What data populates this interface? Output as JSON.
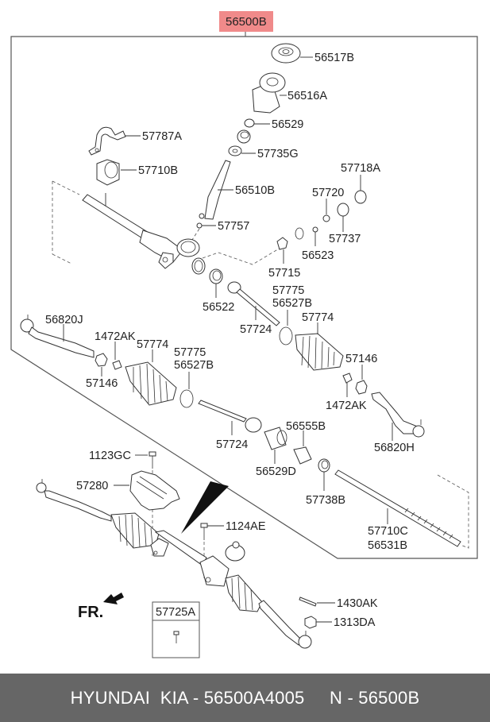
{
  "diagram": {
    "title_part": "56500B",
    "title_color": "#f08a8a",
    "front_label": "FR.",
    "labels": {
      "p56517B": "56517B",
      "p56516A": "56516A",
      "p56529": "56529",
      "p57735G": "57735G",
      "p57787A": "57787A",
      "p57710B": "57710B",
      "p56510B": "56510B",
      "p57718A": "57718A",
      "p57720": "57720",
      "p57757": "57757",
      "p57737": "57737",
      "p56523": "56523",
      "p57715": "57715",
      "p56522": "56522",
      "p57775_r": "57775",
      "p56527B_r": "56527B",
      "p57724_r": "57724",
      "p57774_r": "57774",
      "p56820J": "56820J",
      "p1472AK_l": "1472AK",
      "p57774_l": "57774",
      "p57775_l": "57775",
      "p56527B_l": "56527B",
      "p57146_l": "57146",
      "p57146_r": "57146",
      "p1472AK_r": "1472AK",
      "p56555B": "56555B",
      "p57724_l": "57724",
      "p56820H": "56820H",
      "p56529D": "56529D",
      "p1123GC": "1123GC",
      "p57280": "57280",
      "p57738B": "57738B",
      "p1124AE": "1124AE",
      "p57710C": "57710C",
      "p56531B": "56531B",
      "p57725A": "57725A",
      "p1430AK": "1430AK",
      "p1313DA": "1313DA"
    }
  },
  "footer": {
    "brand": "HYUNDAI  KIA",
    "part_number": "56500A4005",
    "ref_number": "56500B",
    "text": "HYUNDAI  KIA - 56500A4005     N - 56500B"
  }
}
